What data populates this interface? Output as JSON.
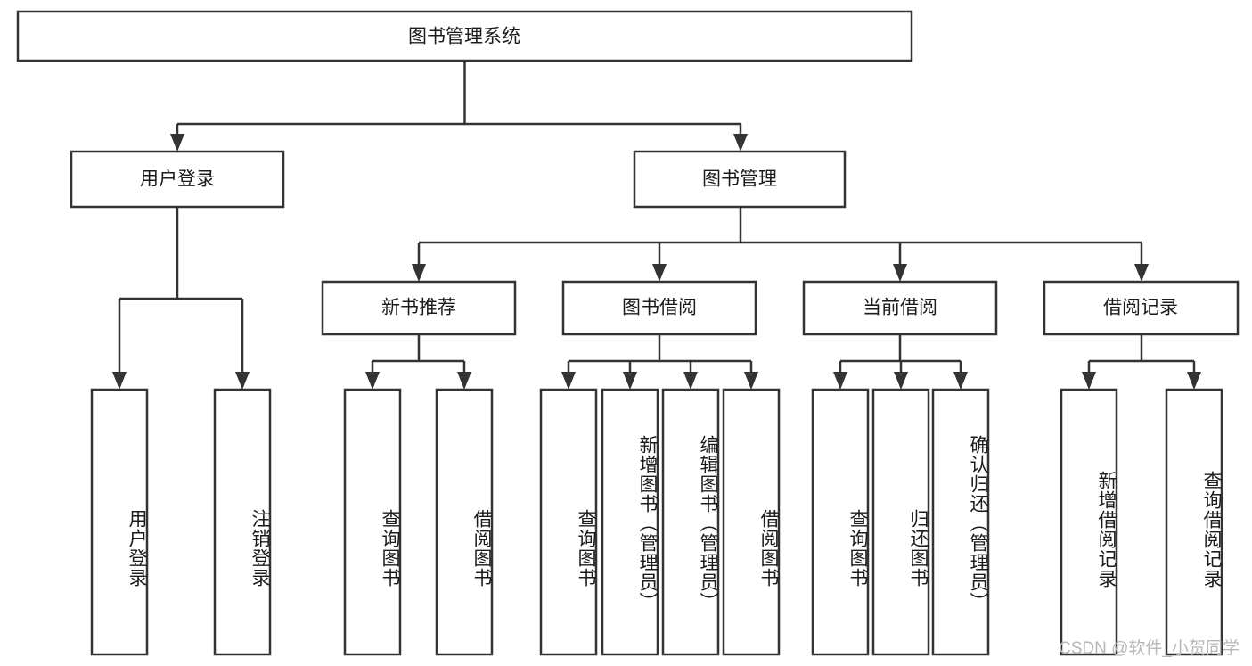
{
  "diagram": {
    "title": "图书管理系统",
    "type": "tree-hierarchy-diagram",
    "colors": {
      "stroke": "#333333",
      "fill": "#ffffff",
      "text": "#1b1b1b",
      "watermark": "#b8b8b8"
    },
    "root": {
      "label": "图书管理系统"
    },
    "level2": [
      {
        "label": "用户登录"
      },
      {
        "label": "图书管理"
      }
    ],
    "level3": [
      {
        "label": "新书推荐"
      },
      {
        "label": "图书借阅"
      },
      {
        "label": "当前借阅"
      },
      {
        "label": "借阅记录"
      }
    ],
    "leaves": {
      "user_login": [
        {
          "label": "用户登录"
        },
        {
          "label": "注销登录"
        }
      ],
      "new_book_recommend": [
        {
          "label": "查询图书"
        },
        {
          "label": "借阅图书"
        }
      ],
      "book_borrow": [
        {
          "label": "查询图书"
        },
        {
          "label": "新增图书（管理员）"
        },
        {
          "label": "编辑图书（管理员）"
        },
        {
          "label": "借阅图书"
        }
      ],
      "current_borrow": [
        {
          "label": "查询图书"
        },
        {
          "label": "归还图书"
        },
        {
          "label": "确认归还（管理员）"
        }
      ],
      "borrow_record": [
        {
          "label": "新增借阅记录"
        },
        {
          "label": "查询借阅记录"
        }
      ]
    }
  },
  "watermark": {
    "text": "CSDN @软件_小贺同学"
  }
}
